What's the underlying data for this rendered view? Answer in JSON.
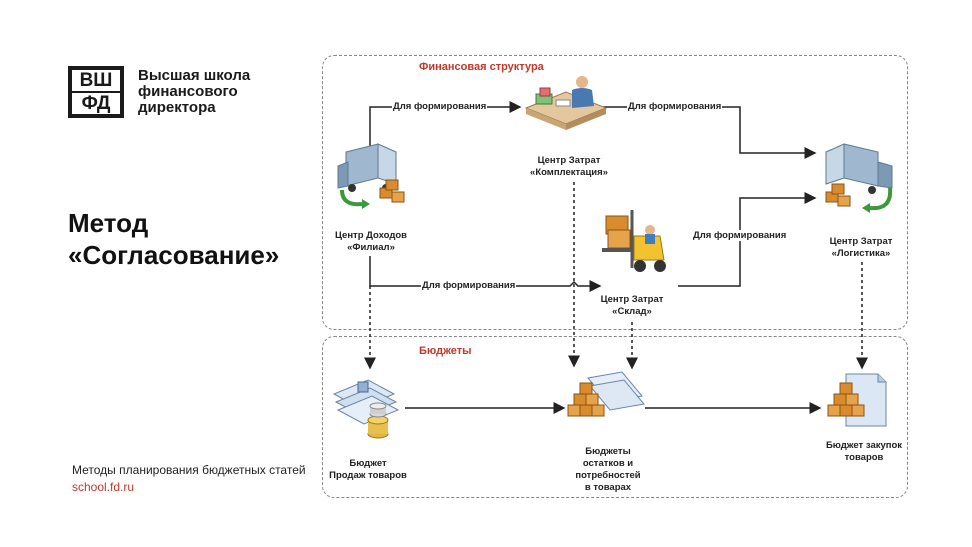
{
  "logo": {
    "mark_top_left": "ВШ",
    "mark_bottom_left": "ФД",
    "line1": "Высшая школа",
    "line2": "финансового",
    "line3": "директора"
  },
  "title": {
    "line1": "Метод",
    "line2": "«Согласование»"
  },
  "footer": {
    "text": "Методы планирования бюджетных  статей",
    "site": "school.fd.ru"
  },
  "panels": {
    "finance": "Финансовая структура",
    "budgets": "Бюджеты"
  },
  "nodes": {
    "revenue_center": {
      "line1": "Центр Доходов",
      "line2": "«Филиал»"
    },
    "cost_center_assembly": {
      "line1": "Центр Затрат",
      "line2": "«Комплектация»"
    },
    "cost_center_warehouse": {
      "line1": "Центр Затрат",
      "line2": "«Склад»"
    },
    "cost_center_logistics": {
      "line1": "Центр Затрат",
      "line2": "«Логистика»"
    },
    "budget_sales": {
      "line1": "Бюджет",
      "line2": "Продаж товаров"
    },
    "budget_stock": {
      "line1": "Бюджеты",
      "line2": "остатков и",
      "line3": "потребностей",
      "line4": "в товарах"
    },
    "budget_purchases": {
      "line1": "Бюджет закупок",
      "line2": "товаров"
    }
  },
  "edges": {
    "e1": "Для формирования",
    "e2": "Для формирования",
    "e3": "Для формирования",
    "e4": "Для формирования"
  },
  "colors": {
    "accent": "#c0392b",
    "logo": "#1a1a1a",
    "truck_body": "#b8cde0",
    "box": "#d98c2e",
    "arrow_green": "#3a9a3a"
  }
}
